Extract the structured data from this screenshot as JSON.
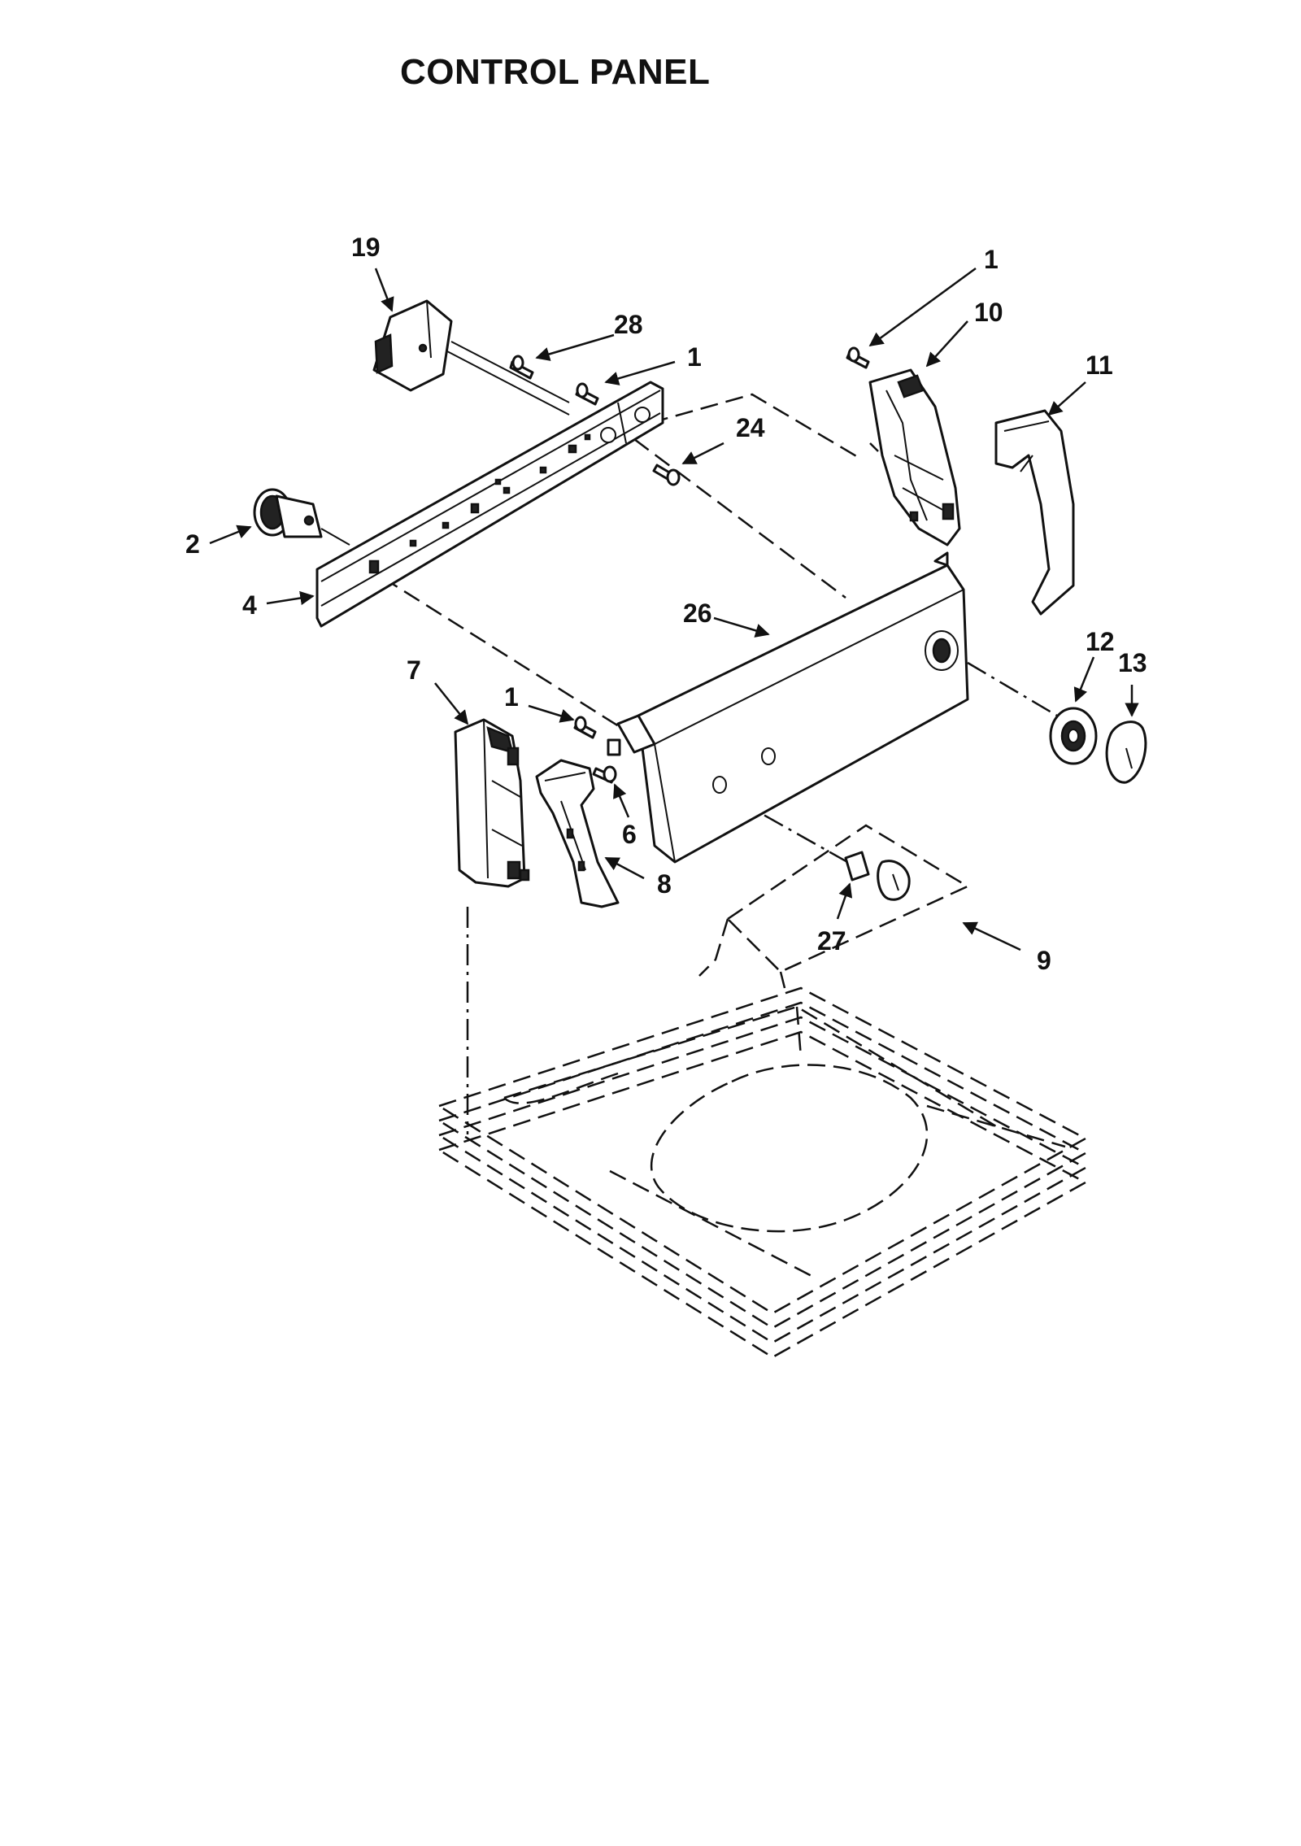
{
  "title": "CONTROL PANEL",
  "callouts": {
    "c19": "19",
    "c28": "28",
    "c1a": "1",
    "c1b": "1",
    "c10": "10",
    "c11": "11",
    "c24": "24",
    "c2": "2",
    "c4": "4",
    "c26": "26",
    "c7": "7",
    "c1c": "1",
    "c6": "6",
    "c8": "8",
    "c12": "12",
    "c13": "13",
    "c27": "27",
    "c9": "9"
  }
}
